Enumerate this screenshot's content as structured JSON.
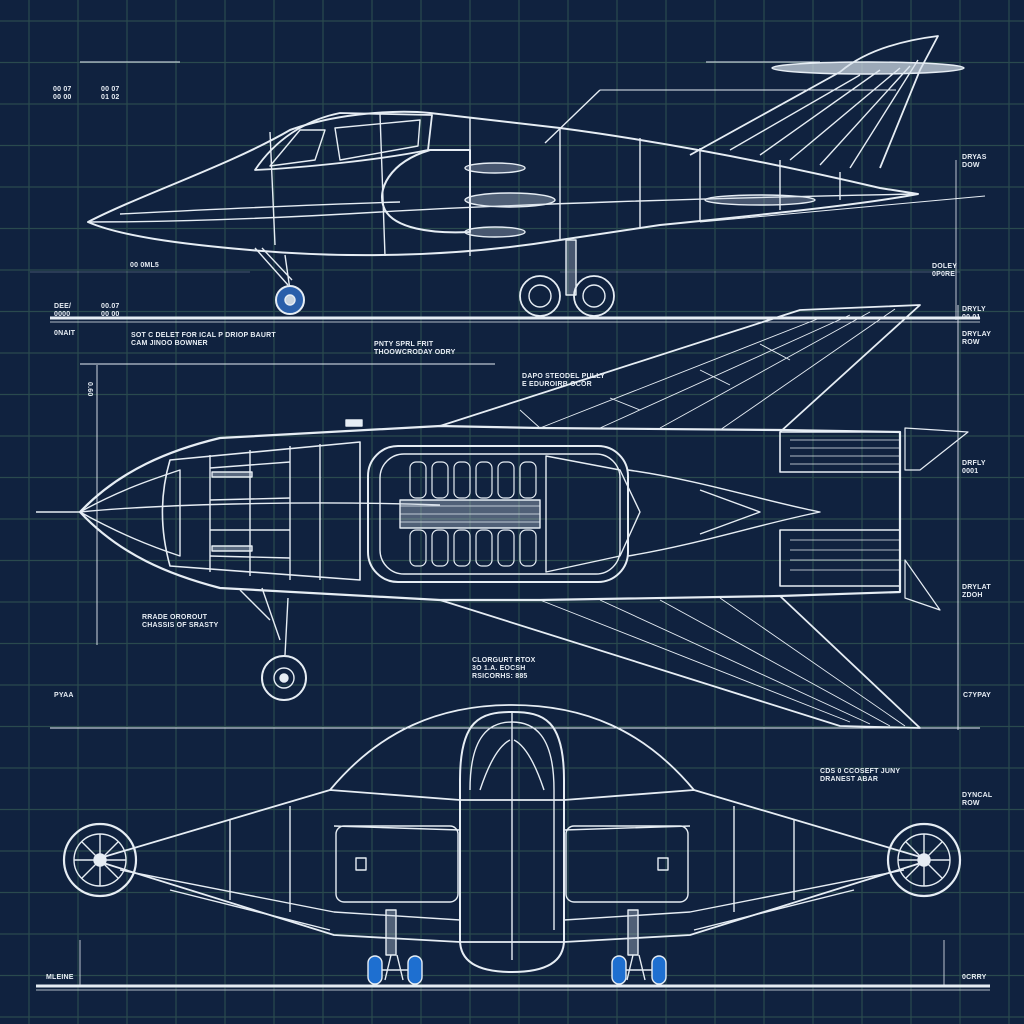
{
  "title": "Aircraft blueprint — three-view drawing",
  "colors": {
    "background": "#10223f",
    "grid": "#2a4a4e",
    "line": "#e6edf4",
    "wheel_blue": "#1e6fd0",
    "nose_wheel_blue": "#2a5faa"
  },
  "views": [
    "side-view",
    "top-view",
    "front-view"
  ],
  "labels": {
    "top_left_a": [
      "00 07",
      "00 00"
    ],
    "top_left_b": [
      "00 07",
      "01 02"
    ],
    "side_left": [
      "00 0ML5"
    ],
    "side_right_top": [
      "DRYAS",
      "DOW"
    ],
    "side_right_mid": [
      "DOLEY",
      "0P0RE"
    ],
    "side_right_bottom": [
      "DRYLY",
      "00 01"
    ],
    "section_left_a": [
      "DEE/",
      "0000"
    ],
    "section_left_b": [
      "00.07",
      "00 00"
    ],
    "section_left_c": [
      "0NAIT"
    ],
    "plan_note_1": [
      "SOT C DELET FOR ICAL P DRIOP BAURT",
      "CAM JINOO BOWNER"
    ],
    "plan_note_2": [
      "PNTY SPRL FRIT",
      "THOOWCRODAY ODRY"
    ],
    "plan_note_3": [
      "DAPO STEODEL PULLY",
      "E EDUROIRB OCOR"
    ],
    "plan_vertical": [
      "0.60"
    ],
    "plan_right_a": [
      "DRFLY",
      "0001"
    ],
    "plan_right_b": [
      "DRYLAT",
      "ZDOH"
    ],
    "plan_right_c": [
      "DRYLAY",
      "ROW"
    ],
    "gear_note": [
      "RRADE OROROUT",
      "CHASSIS OF SRASTY"
    ],
    "center_note": [
      "CLORGURT RTOX",
      "3O 1.A. EOCSH",
      "RSICORHS: 885"
    ],
    "left_mid": [
      "PYAA"
    ],
    "right_mid": [
      "C7YPAY"
    ],
    "front_note": [
      "CDS 0 CCOSEFT JUNY",
      "DRANEST ABAR"
    ],
    "front_right": [
      "DYNCAL",
      "ROW"
    ],
    "bottom_left": [
      "MLEINE"
    ],
    "bottom_right": [
      "0CRRY"
    ]
  }
}
